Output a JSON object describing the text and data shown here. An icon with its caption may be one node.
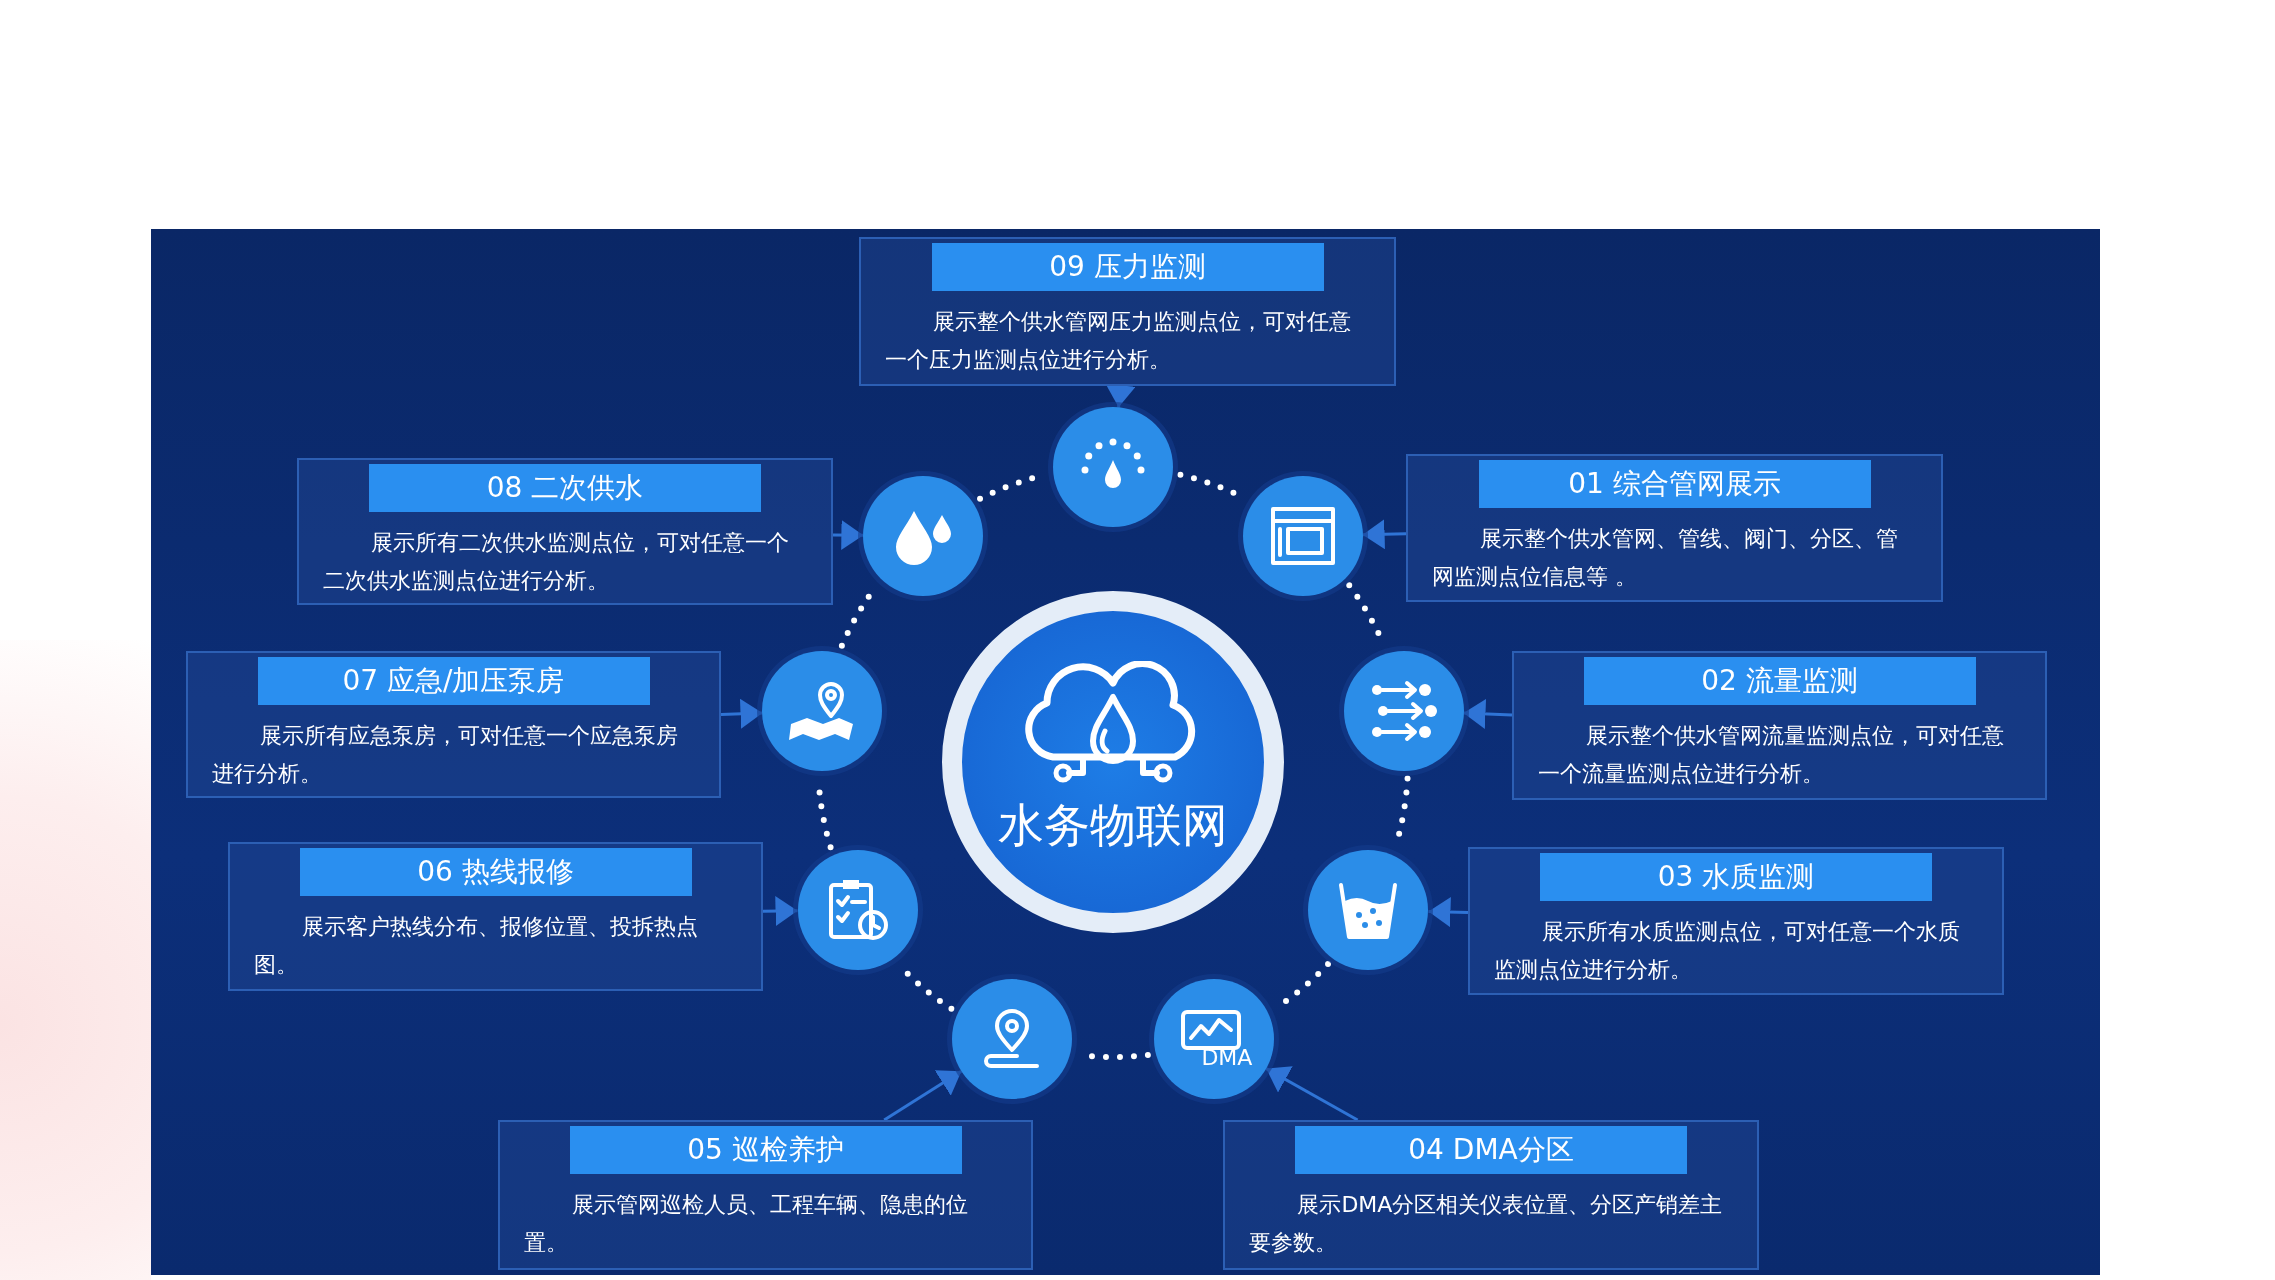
{
  "diagram": {
    "nodes": [
      {
        "text": [
          "水务物联网"
        ]
      },
      {
        "text": [],
        "shape": "circle"
      },
      {
        "text": [],
        "shape": "circle"
      },
      {
        "text": [],
        "shape": "circle"
      },
      {
        "text": [
          "DMA"
        ]
      },
      {
        "text": [],
        "shape": "circle"
      },
      {
        "text": [],
        "shape": "circle"
      },
      {
        "text": [],
        "shape": "circle"
      },
      {
        "text": [],
        "shape": "circle"
      },
      {
        "text": [],
        "shape": "circle"
      },
      {
        "text": [
          "01 综合管网展示",
          "展示整个供水管网、管线、阀门、分区、管网监测点位信息等 。"
        ]
      },
      {
        "text": [
          "02 流量监测",
          "展示整个供水管网流量监测点位，可对任意一个流量监测点位进行分析。"
        ]
      },
      {
        "text": [
          "03 水质监测",
          "展示所有水质监测点位，可对任意一个水质监测点位进行分析。"
        ]
      },
      {
        "text": [
          "04 DMA分区",
          "展示DMA分区相关仪表位置、分区产销差主要参数。"
        ]
      },
      {
        "text": [
          "05 巡检养护",
          "展示管网巡检人员、工程车辆、隐患的位置。"
        ]
      },
      {
        "text": [
          "06 热线报修",
          "展示客户热线分布、报修位置、投拆热点图。"
        ]
      },
      {
        "text": [
          "07 应急/加压泵房",
          "展示所有应急泵房，可对任意一个应急泵房进行分析。"
        ]
      },
      {
        "text": [
          "08 二次供水",
          "展示所有二次供水监测点位，可对任意一个二次供水监测点位进行分析。"
        ]
      },
      {
        "text": [
          "09 压力监测",
          "展示整个供水管网压力监测点位，可对任意一个压力监测点位进行分析。"
        ]
      }
    ],
    "edges": [
      {
        "from": 10,
        "to": 1,
        "arrow": "to"
      },
      {
        "from": 11,
        "to": 2,
        "arrow": "to"
      },
      {
        "from": 12,
        "to": 3,
        "arrow": "to"
      },
      {
        "from": 13,
        "to": 4,
        "arrow": "to"
      },
      {
        "from": 14,
        "to": 5,
        "arrow": "to"
      },
      {
        "from": 15,
        "to": 6,
        "arrow": "to"
      },
      {
        "from": 16,
        "to": 7,
        "arrow": "to"
      },
      {
        "from": 17,
        "to": 8,
        "arrow": "to"
      },
      {
        "from": 18,
        "to": 9,
        "arrow": "to"
      },
      {
        "from": 9,
        "to": 1,
        "arrow": "none",
        "style": "dashed",
        "color": "#ffffff"
      },
      {
        "from": 1,
        "to": 2,
        "arrow": "none",
        "style": "dashed",
        "color": "#ffffff"
      },
      {
        "from": 2,
        "to": 3,
        "arrow": "none",
        "style": "dashed",
        "color": "#ffffff"
      },
      {
        "from": 3,
        "to": 4,
        "arrow": "none",
        "style": "dashed",
        "color": "#ffffff"
      },
      {
        "from": 4,
        "to": 5,
        "arrow": "none",
        "style": "dashed",
        "color": "#ffffff"
      },
      {
        "from": 5,
        "to": 6,
        "arrow": "none",
        "style": "dashed",
        "color": "#ffffff"
      },
      {
        "from": 6,
        "to": 7,
        "arrow": "none",
        "style": "dashed",
        "color": "#ffffff"
      },
      {
        "from": 7,
        "to": 8,
        "arrow": "none",
        "style": "dashed",
        "color": "#ffffff"
      },
      {
        "from": 8,
        "to": 9,
        "arrow": "none",
        "style": "dashed",
        "color": "#ffffff"
      }
    ]
  }
}
